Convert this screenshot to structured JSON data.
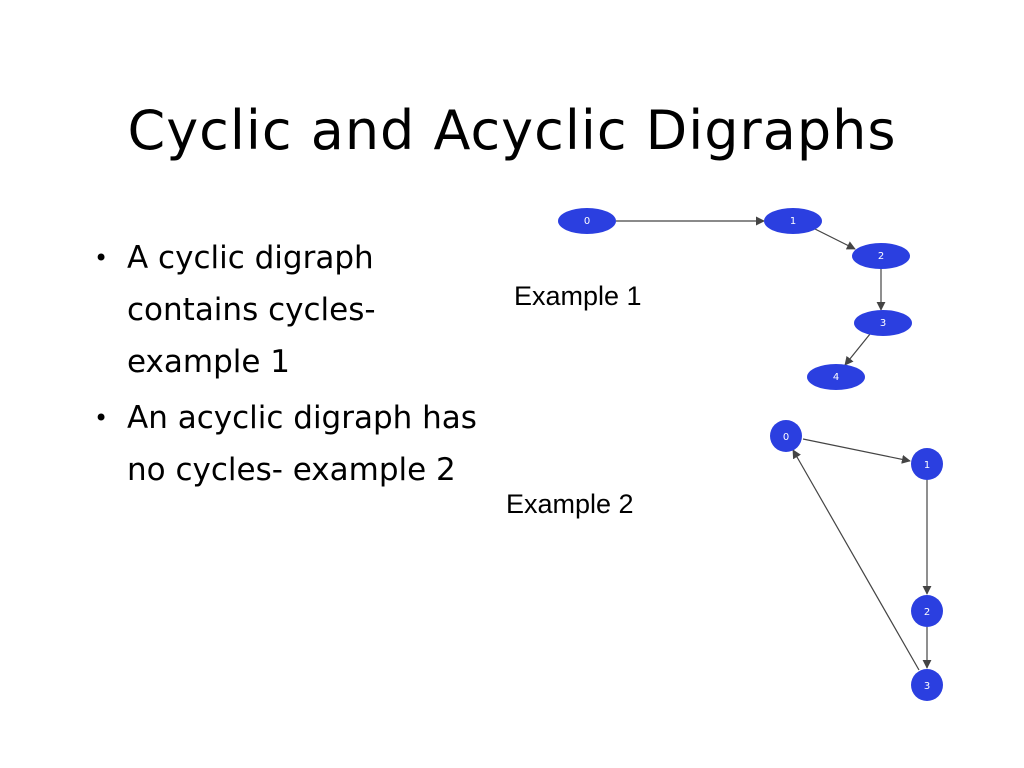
{
  "slide": {
    "title": "Cyclic and Acyclic Digraphs",
    "bullets": [
      {
        "text": "A cyclic digraph contains cycles- example 1"
      },
      {
        "text": "An acyclic digraph has no cycles- example 2"
      }
    ]
  },
  "example1": {
    "caption": "Example 1",
    "nodes": [
      "0",
      "1",
      "2",
      "3",
      "4"
    ],
    "edges": [
      [
        "0",
        "1"
      ],
      [
        "1",
        "2"
      ],
      [
        "2",
        "3"
      ],
      [
        "3",
        "4"
      ]
    ]
  },
  "example2": {
    "caption": "Example 2",
    "nodes": [
      "0",
      "1",
      "2",
      "3"
    ],
    "edges": [
      [
        "0",
        "1"
      ],
      [
        "1",
        "2"
      ],
      [
        "2",
        "3"
      ],
      [
        "3",
        "0"
      ]
    ]
  },
  "colors": {
    "node_fill": "#2b3fe0",
    "node_label": "#ffffff",
    "edge": "#444444",
    "text": "#000000",
    "background": "#ffffff"
  }
}
